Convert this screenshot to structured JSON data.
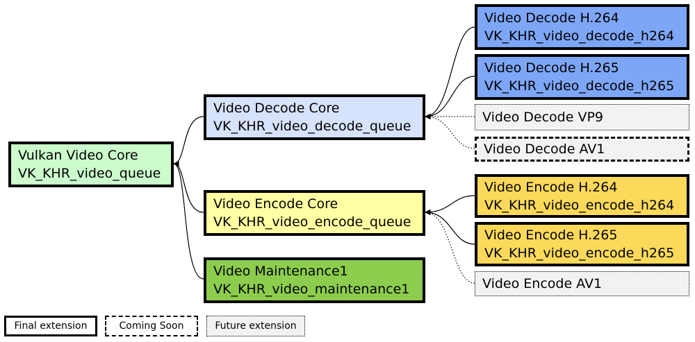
{
  "colors": {
    "core": "#ccfccc",
    "decode": "#d7e2fc",
    "decode_ext": "#7ea6f7",
    "encode": "#ffffa3",
    "encode_ext": "#fcd95b",
    "maintenance": "#8dcd4e",
    "future": "#f2f2f2"
  },
  "nodes": {
    "video_core": {
      "title": "Vulkan Video Core",
      "ext": "VK_KHR_video_queue"
    },
    "decode_core": {
      "title": "Video Decode Core",
      "ext": "VK_KHR_video_decode_queue"
    },
    "encode_core": {
      "title": "Video Encode Core",
      "ext": "VK_KHR_video_encode_queue"
    },
    "maintenance1": {
      "title": "Video Maintenance1",
      "ext": "VK_KHR_video_maintenance1"
    },
    "decode_h264": {
      "title": "Video Decode H.264",
      "ext": "VK_KHR_video_decode_h264"
    },
    "decode_h265": {
      "title": "Video Decode H.265",
      "ext": "VK_KHR_video_decode_h265"
    },
    "decode_vp9": {
      "title": "Video Decode VP9"
    },
    "decode_av1": {
      "title": "Video Decode AV1"
    },
    "encode_h264": {
      "title": "Video Encode H.264",
      "ext": "VK_KHR_video_encode_h264"
    },
    "encode_h265": {
      "title": "Video Encode H.265",
      "ext": "VK_KHR_video_encode_h265"
    },
    "encode_av1": {
      "title": "Video Encode AV1"
    }
  },
  "legend": {
    "final": "Final extension",
    "soon": "Coming Soon",
    "future": "Future extension"
  }
}
